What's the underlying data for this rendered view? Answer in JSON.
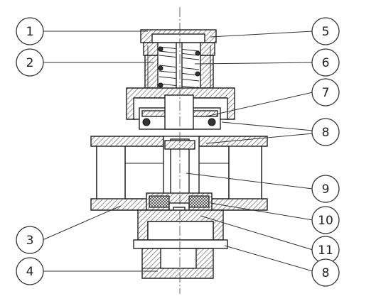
{
  "callouts": [
    {
      "label": "1"
    },
    {
      "label": "2"
    },
    {
      "label": "3"
    },
    {
      "label": "4"
    },
    {
      "label": "5"
    },
    {
      "label": "6"
    },
    {
      "label": "7"
    },
    {
      "label": "8"
    },
    {
      "label": "9"
    },
    {
      "label": "10"
    },
    {
      "label": "11"
    },
    {
      "label": "8"
    }
  ]
}
